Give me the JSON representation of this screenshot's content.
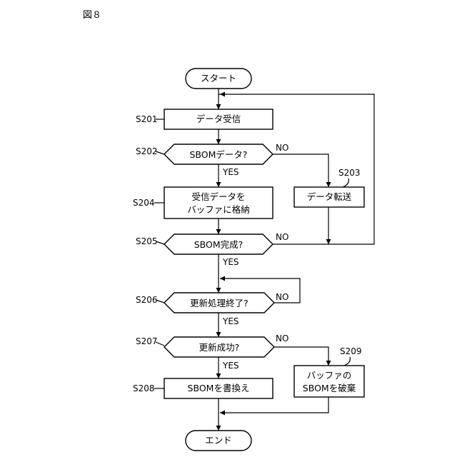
{
  "figure_label": "図８",
  "nodes": {
    "start": "スタート",
    "s201": {
      "step": "S201",
      "text": "データ受信"
    },
    "s202": {
      "step": "S202",
      "text": "SBOMデータ?"
    },
    "s203": {
      "step": "S203",
      "text": "データ転送"
    },
    "s204": {
      "step": "S204",
      "line1": "受信データを",
      "line2": "バッファに格納"
    },
    "s205": {
      "step": "S205",
      "text": "SBOM完成?"
    },
    "s206": {
      "step": "S206",
      "text": "更新処理終了?"
    },
    "s207": {
      "step": "S207",
      "text": "更新成功?"
    },
    "s208": {
      "step": "S208",
      "text": "SBOMを書換え"
    },
    "s209": {
      "step": "S209",
      "line1": "バッファの",
      "line2": "SBOMを破棄"
    },
    "end": "エンド"
  },
  "branch_labels": {
    "s202_yes": "YES",
    "s202_no": "NO",
    "s205_yes": "YES",
    "s205_no": "NO",
    "s206_yes": "YES",
    "s206_no": "NO",
    "s207_yes": "YES",
    "s207_no": "NO"
  }
}
